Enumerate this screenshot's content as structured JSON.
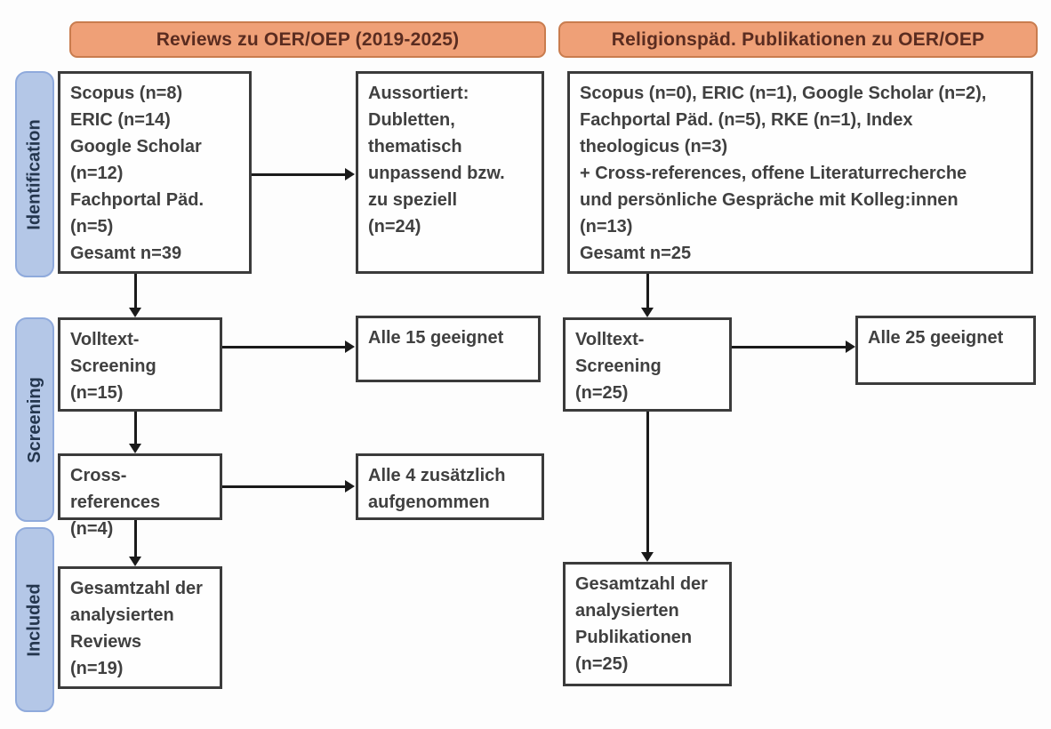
{
  "headers": {
    "left": "Reviews zu OER/OEP (2019-2025)",
    "right": "Religionspäd. Publikationen zu OER/OEP"
  },
  "sidebar": {
    "identification": "Identification",
    "screening": "Screening",
    "included": "Included"
  },
  "boxes": {
    "sources_left": "Scopus (n=8)\nERIC (n=14)\nGoogle Scholar\n(n=12)\nFachportal Päd.\n(n=5)\nGesamt n=39",
    "aussortiert": "Aussortiert:\nDubletten,\nthematisch\nunpassend bzw.\nzu speziell\n(n=24)",
    "sources_right": "Scopus (n=0), ERIC (n=1), Google Scholar (n=2),\nFachportal Päd. (n=5), RKE (n=1), Index\ntheologicus (n=3)\n+ Cross-references, offene Literaturrecherche\nund persönliche Gespräche mit Kolleg:innen\n(n=13)\nGesamt n=25",
    "volltext_left": "Volltext-\nScreening\n(n=15)",
    "alle15": "Alle 15 geeignet",
    "volltext_right": "Volltext-\nScreening\n(n=25)",
    "alle25": "Alle 25 geeignet",
    "crossref": "Cross-references\n(n=4)",
    "alle4": "Alle 4 zusätzlich\naufgenommen",
    "gesamt_left": "Gesamtzahl der\nanalysierten\nReviews\n(n=19)",
    "gesamt_right": "Gesamtzahl der\nanalysierten\nPublikationen\n(n=25)"
  },
  "colors": {
    "header_fill": "#EFA077",
    "header_border": "#C97C4E",
    "header_text": "#5A2C20",
    "sidebar_fill": "#B4C7E7",
    "sidebar_border": "#8FAADC",
    "sidebar_text": "#24364E",
    "box_border": "#3B3B3B",
    "box_text": "#404040",
    "arrow": "#1A1A1A"
  }
}
